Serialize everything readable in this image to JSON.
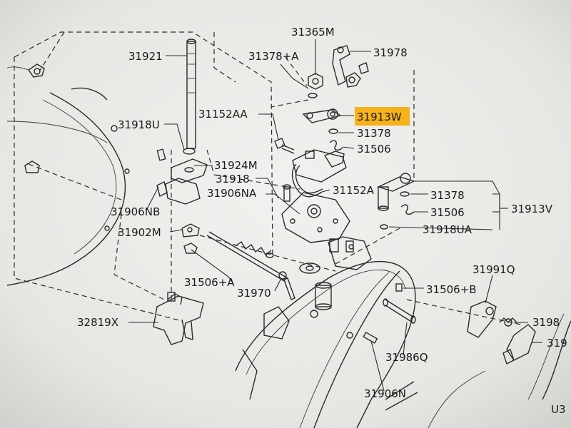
{
  "labels": {
    "p31365M": "31365M",
    "p31921": "31921",
    "p31378A": "31378+A",
    "p31978": "31978",
    "p31152AA": "31152AA",
    "p31913W": "31913W",
    "p31918U": "31918U",
    "p31378_top": "31378",
    "p31506_top": "31506",
    "p31924M": "31924M",
    "p31918": "31918",
    "p31152A": "31152A",
    "p31906NA": "31906NA",
    "p31378_right": "31378",
    "p31913V": "31913V",
    "p31906NB": "31906NB",
    "p31506_right": "31506",
    "p31902M": "31902M",
    "p31918UA": "31918UA",
    "p31991Q": "31991Q",
    "p31506A": "31506+A",
    "p31970": "31970",
    "p31506B": "31506+B",
    "p32819X": "32819X",
    "p3198_cut": "3198",
    "p319_cut": "319",
    "p31986Q": "31986Q",
    "p31906N": "31906N",
    "corner": "U3"
  },
  "colors": {
    "highlight": "#f5b21a",
    "line": "#2a2a2a",
    "paper": "#e9e9e7"
  },
  "highlighted_part": "31913W"
}
